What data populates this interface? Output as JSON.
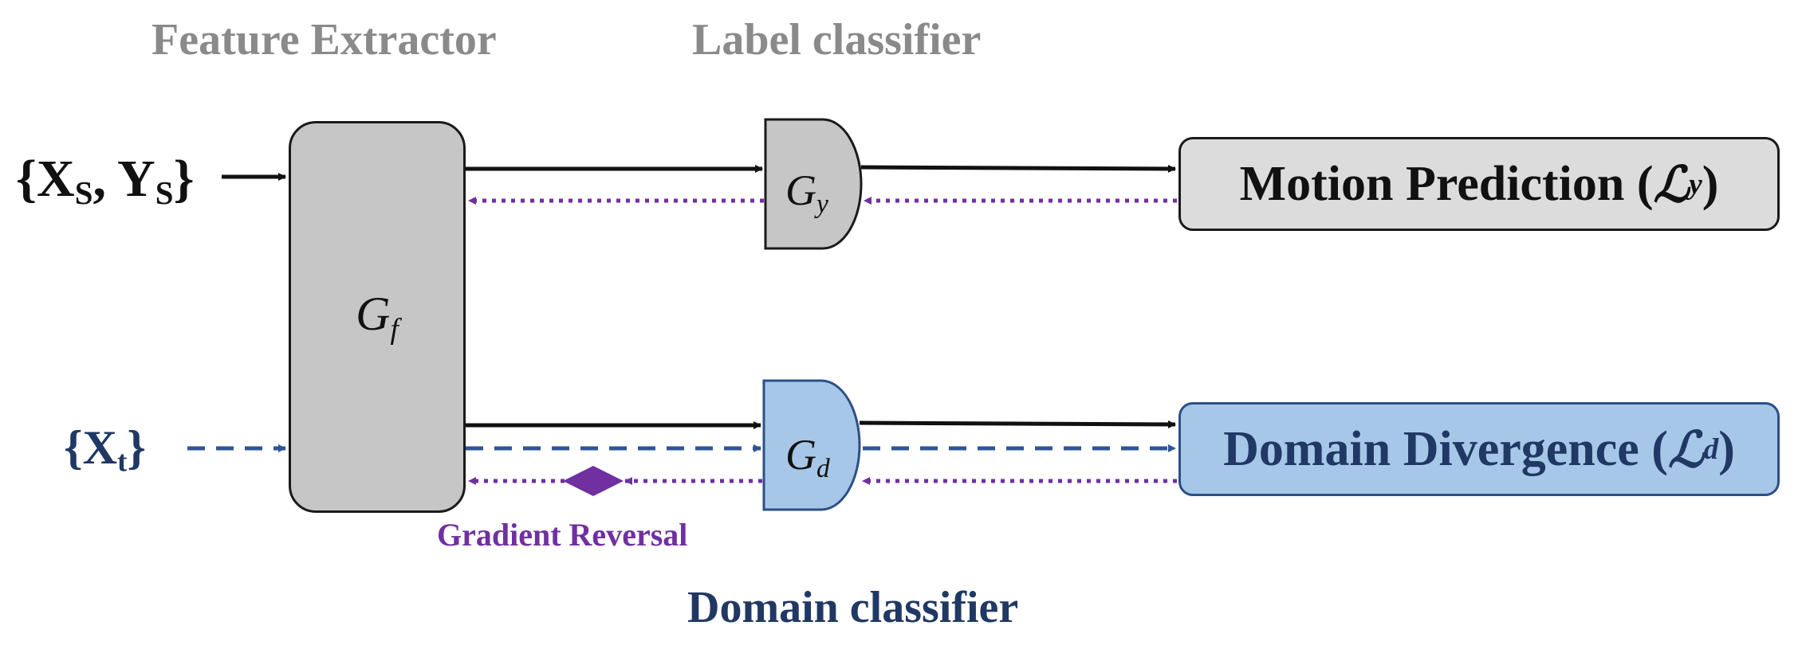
{
  "titles": {
    "feature_extractor": "Feature Extractor",
    "label_classifier": "Label classifier",
    "domain_classifier": "Domain classifier",
    "gradient_reversal": "Gradient Reversal"
  },
  "inputs": {
    "source": {
      "open": "{",
      "x": "X",
      "x_sub": "S",
      "sep": ", ",
      "y": "Y",
      "y_sub": "S",
      "close": "}"
    },
    "target": {
      "open": "{",
      "x": "X",
      "x_sub": "t",
      "close": "}"
    }
  },
  "nodes": {
    "feature_extractor": {
      "symbol": "G",
      "sub": "f"
    },
    "label_classifier": {
      "symbol": "G",
      "sub": "y"
    },
    "domain_classifier": {
      "symbol": "G",
      "sub": "d"
    }
  },
  "outputs": {
    "motion": {
      "text": "Motion Prediction (",
      "loss_symbol": "ℒ",
      "loss_sub": "y",
      "close": ")"
    },
    "domain": {
      "text": "Domain Divergence (",
      "loss_symbol": "ℒ",
      "loss_sub": "d",
      "close": ")"
    }
  },
  "colors": {
    "gray_fill": "#c6c6c6",
    "gray_text": "#8a8a8a",
    "navy": "#203864",
    "blue_fill": "#a7c7e8",
    "purple": "#7030a0",
    "dash_blue": "#2e5597"
  }
}
